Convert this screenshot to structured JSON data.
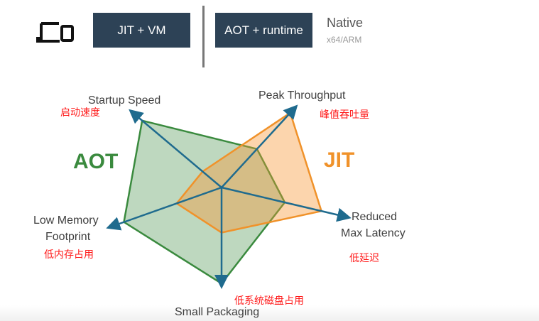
{
  "header": {
    "device_icon": "laptop-phone-icon",
    "jit_box": "JIT + VM",
    "aot_box": "AOT + runtime",
    "native_title": "Native",
    "native_sub": "x64/ARM"
  },
  "colors": {
    "aot": "#3a8a3e",
    "jit": "#f0922a",
    "axis": "#1f6b8e",
    "box": "#2d4256",
    "annotation": "#ff1a1a"
  },
  "chart_data": {
    "type": "radar",
    "axes": [
      "Startup Speed",
      "Peak Throughput",
      "Reduced Max Latency",
      "Small Packaging",
      "Low Memory Footprint"
    ],
    "axis_labels": {
      "startup": "Startup Speed",
      "peak": "Peak Throughput",
      "latency_1": "Reduced",
      "latency_2": "Max Latency",
      "packaging": "Small Packaging",
      "memory_1": "Low Memory",
      "memory_2": "Footprint"
    },
    "annotations": {
      "startup": "启动速度",
      "peak": "峰值吞吐量",
      "latency": "低延迟",
      "packaging": "低系统磁盘占用",
      "memory": "低内存占用"
    },
    "range": [
      0,
      1
    ],
    "series": [
      {
        "name": "AOT",
        "values": [
          0.88,
          0.48,
          0.5,
          0.98,
          0.87
        ]
      },
      {
        "name": "JIT",
        "values": [
          0.21,
          0.93,
          0.79,
          0.46,
          0.4
        ]
      }
    ]
  }
}
